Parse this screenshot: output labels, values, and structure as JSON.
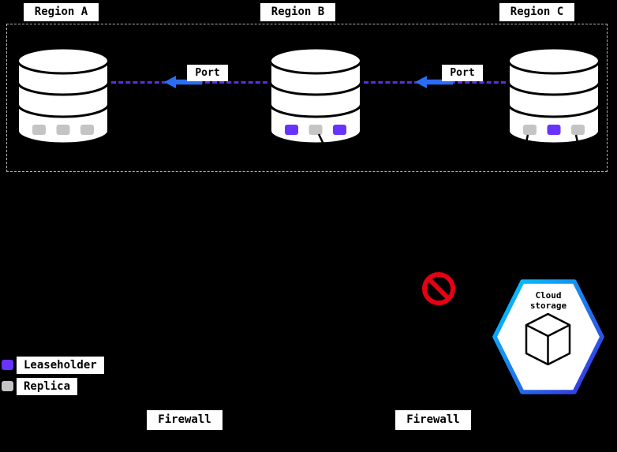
{
  "regions": [
    {
      "label": "Region A"
    },
    {
      "label": "Region B"
    },
    {
      "label": "Region C"
    }
  ],
  "databases": [
    {
      "region": "Region A",
      "indicators": [
        "replica",
        "replica",
        "replica"
      ]
    },
    {
      "region": "Region B",
      "indicators": [
        "leaseholder",
        "replica",
        "leaseholder"
      ]
    },
    {
      "region": "Region C",
      "indicators": [
        "replica",
        "leaseholder",
        "replica"
      ]
    }
  ],
  "connections": [
    {
      "label": "Port",
      "arrow": "arrow-left-icon"
    },
    {
      "label": "Port",
      "arrow": "arrow-left-icon"
    }
  ],
  "cloud_storage": {
    "label": "Cloud storage",
    "icon": "cube-icon"
  },
  "prohibition": {
    "icon": "no-entry-icon"
  },
  "legend": [
    {
      "type": "leaseholder",
      "label": "Leaseholder"
    },
    {
      "type": "replica",
      "label": "Replica"
    }
  ],
  "firewalls": [
    {
      "label": "Firewall"
    },
    {
      "label": "Firewall"
    }
  ],
  "colors": {
    "background": "#000000",
    "leaseholder": "#6933ff",
    "replica": "#c4c4c4",
    "dashed_link": "#5a2fe0",
    "arrow": "#2b6cf4",
    "no_entry": "#e60012",
    "hex_border_start": "#00cdff",
    "hex_border_end": "#3c2be0",
    "label_bg": "#ffffff",
    "label_text": "#000000",
    "db_outline": "#000000",
    "boundary_dash": "#b3b3b3"
  }
}
